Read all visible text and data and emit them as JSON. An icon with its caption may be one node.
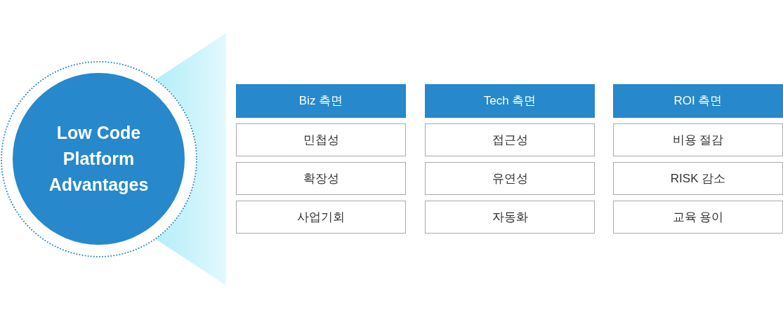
{
  "diagram": {
    "nodes": [
      {
        "text": [
          "Low Code Platform Advantages"
        ]
      },
      {
        "text": [
          "Biz 측면"
        ]
      },
      {
        "text": [
          "민첩성"
        ]
      },
      {
        "text": [
          "확장성"
        ]
      },
      {
        "text": [
          "사업기회"
        ]
      },
      {
        "text": [
          "Tech 측면"
        ]
      },
      {
        "text": [
          "접근성"
        ]
      },
      {
        "text": [
          "유연성"
        ]
      },
      {
        "text": [
          "자동화"
        ]
      },
      {
        "text": [
          "ROI 측면"
        ]
      },
      {
        "text": [
          "비용 절감"
        ]
      },
      {
        "text": [
          "RISK 감소"
        ]
      },
      {
        "text": [
          "교육 용이"
        ]
      }
    ]
  }
}
